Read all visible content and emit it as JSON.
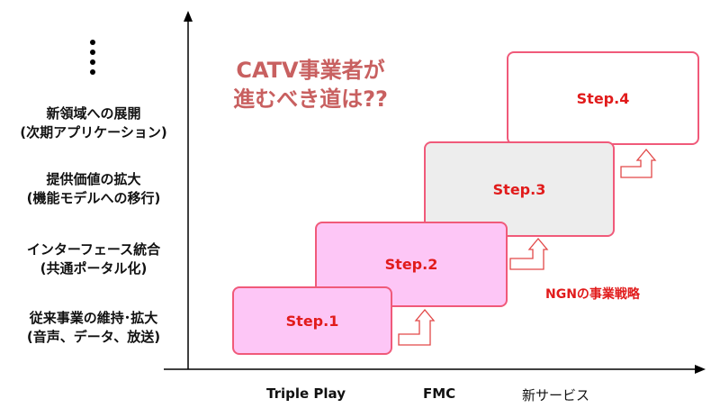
{
  "title": {
    "line1": "CATV事業者が",
    "line2": "進むべき道は??"
  },
  "y_axis_items": [
    {
      "line1": "新領域への展開",
      "line2": "(次期アプリケーション)"
    },
    {
      "line1": "提供価値の拡大",
      "line2": "(機能モデルへの移行)"
    },
    {
      "line1": "インターフェース統合",
      "line2": "(共通ポータル化)"
    },
    {
      "line1": "従来事業の維持･拡大",
      "line2": "(音声、データ、放送)"
    }
  ],
  "x_axis_items": [
    "Triple Play",
    "FMC",
    "新サービス"
  ],
  "steps": [
    "Step.1",
    "Step.2",
    "Step.3",
    "Step.4"
  ],
  "annotation": "NGNの事業戦略",
  "colors": {
    "step_border": "#f05a7a",
    "step_text": "#e11b1b",
    "step1_fill": "#fdc6f6",
    "step3_fill": "#ededed"
  }
}
